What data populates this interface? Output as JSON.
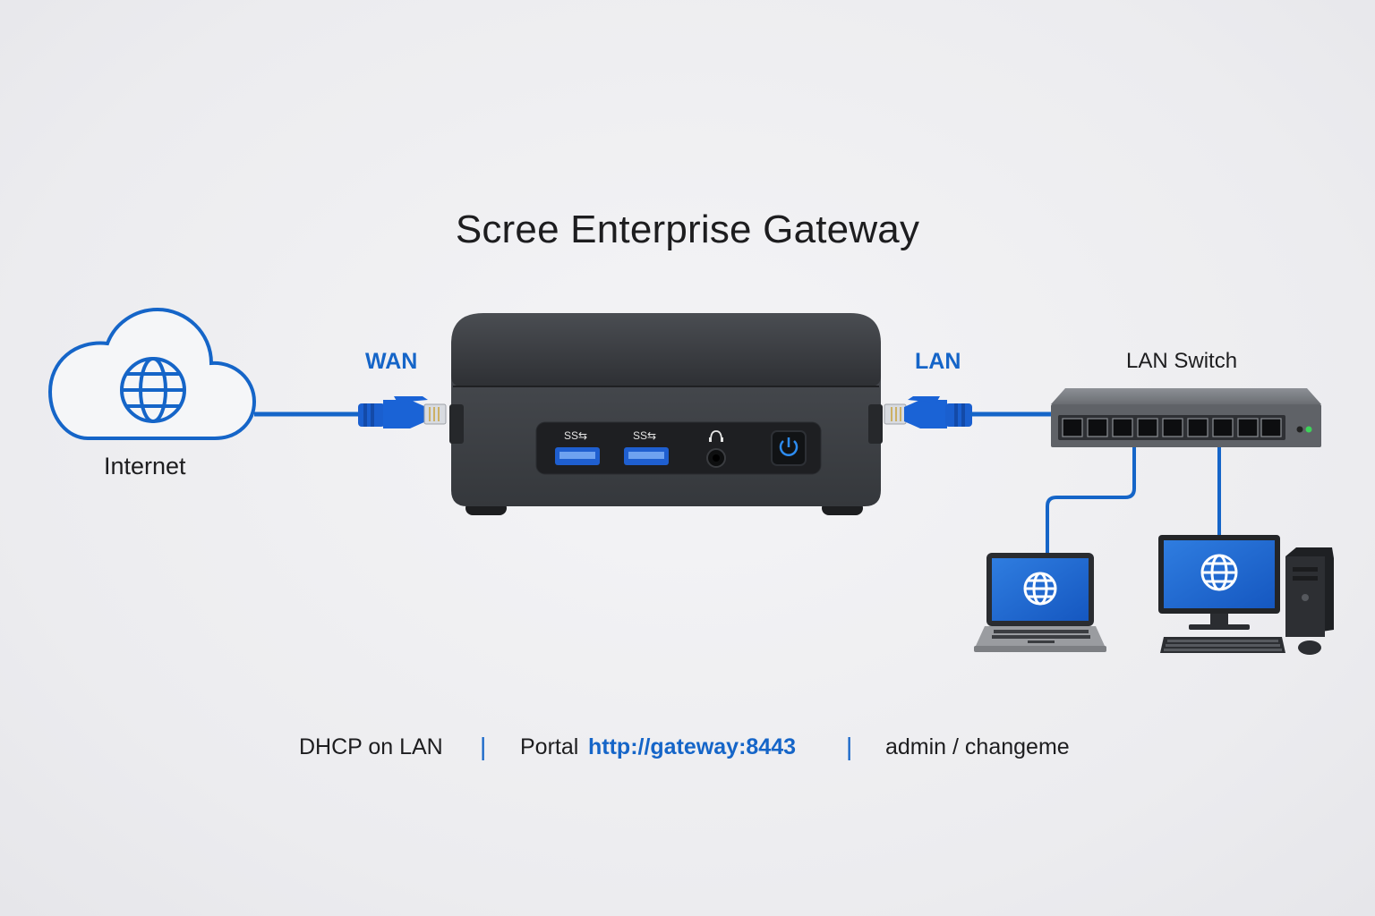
{
  "diagram": {
    "title": "Scree Enterprise Gateway",
    "labels": {
      "internet": "Internet",
      "wan": "WAN",
      "lan": "LAN",
      "switch": "LAN Switch"
    },
    "device": {
      "usb_port_1": "SS⇆",
      "usb_port_2": "SS⇆"
    },
    "footer": {
      "dhcp": "DHCP on LAN",
      "separator": "|",
      "portal_label": "Portal",
      "portal_url": "http://gateway:8443",
      "credentials": "admin / changeme"
    },
    "colors": {
      "accent": "#1565c8",
      "device_body": "#3a3d42",
      "background": "#ececef"
    },
    "icons": [
      "cloud-icon",
      "globe-icon",
      "power-icon",
      "headphone-icon",
      "usb-icon",
      "laptop-icon",
      "desktop-icon",
      "switch-icon"
    ]
  }
}
